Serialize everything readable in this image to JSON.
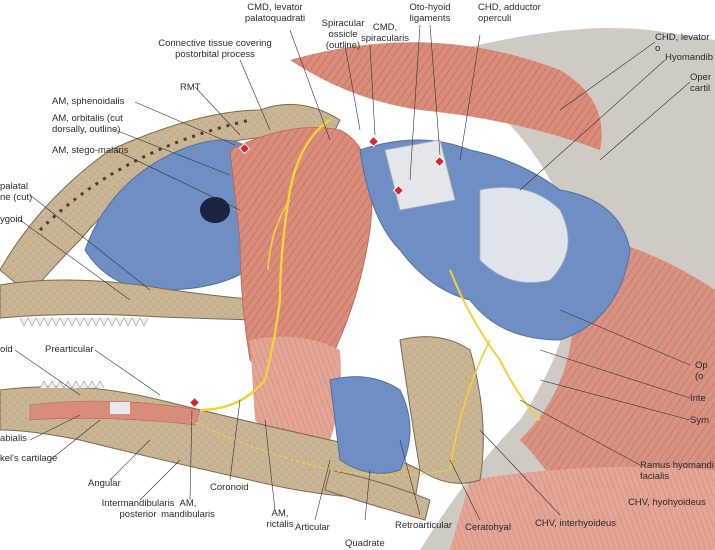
{
  "labels": {
    "cmd_levator_palatoquadrati": "CMD, levator\npalatoquadrati",
    "spiracular_ossicle": "Spiracular\nossicle\n(outline)",
    "cmd_spiracularis": "CMD,\nspiracularis",
    "oto_hyoid_ligaments": "Oto-hyoid\nligaments",
    "chd_adductor_operculi": "CHD, adductor\noperculi",
    "chd_levator": "CHD, levator o",
    "hyomandibula": "Hyomandib",
    "opercular_cartilage": "Oper\ncartil",
    "connective_tissue": "Connective tissue covering\npostorbital process",
    "rmt": "RMT",
    "am_sphenoidalis": "AM, sphenoidalis",
    "am_orbitalis": "AM, orbitalis (cut\ndorsally, outline)",
    "am_stego_malaris": "AM, stego-malaris",
    "palatal_cut": "palatal\nne (cut)",
    "pterygoid": "ygoid",
    "oid": "oid",
    "prearticular": "Prearticular",
    "labialis": "abialis",
    "meckels_cartilage": "kel's cartilage",
    "angular": "Angular",
    "intermandibularis_posterior": "Intermandibularis\nposterior",
    "am_mandibularis": "AM,\nmandibularis",
    "coronoid": "Coronoid",
    "am_rictalis": "AM,\nrictalis",
    "articular": "Articular",
    "quadrate": "Quadrate",
    "retroarticular": "Retroarticular",
    "ceratohyal": "Ceratohyal",
    "chv_interhyoideus": "CHV, interhyoideus",
    "chv_hyohyoideus": "CHV, hyohyoideus",
    "ramus_hyomandibularis": "Ramus hyomandi\nfacialis",
    "symplectic": "Sym",
    "interhyal": "Inte",
    "opercular_right": "Op\n(o"
  }
}
